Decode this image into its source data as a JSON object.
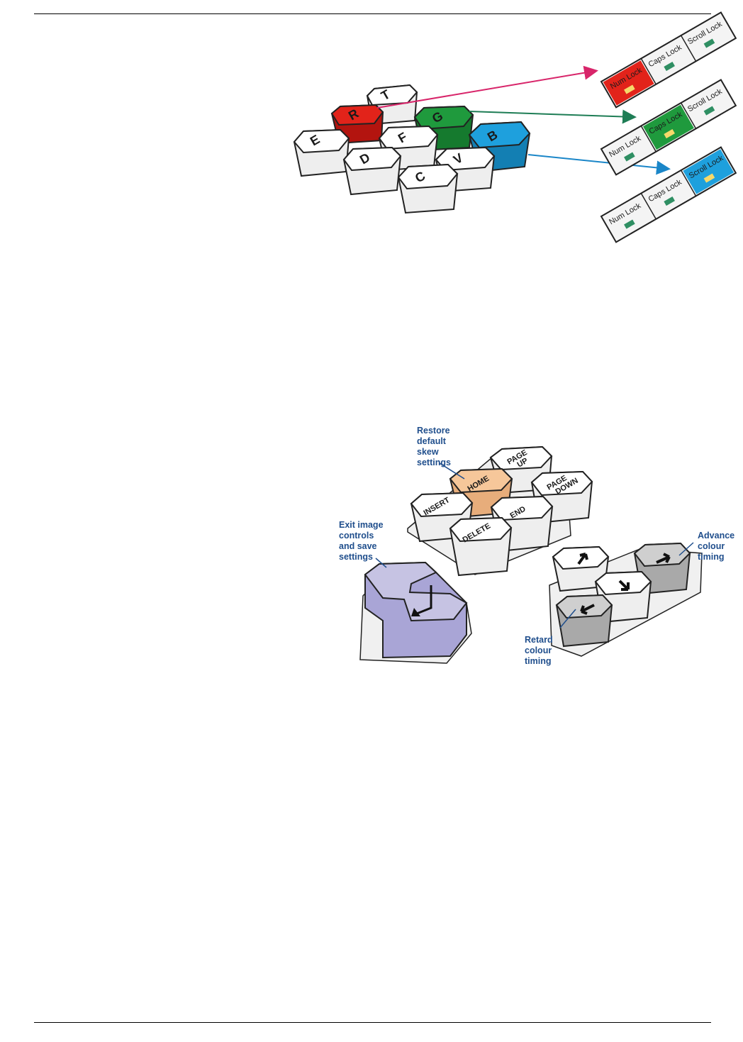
{
  "colors": {
    "red": "#e2231a",
    "green": "#1f9a3d",
    "blue": "#1ea0dd",
    "home": "#f6c79a",
    "enter": "#c6c3e3",
    "grey_key": "#cfcfcf",
    "annotation": "#1f4e8c",
    "arrow_red": "#d8256a",
    "arrow_green": "#1e7d55",
    "arrow_blue": "#1a86c8",
    "led": "#2f8f63"
  },
  "figure1": {
    "keys": {
      "e": "E",
      "r": "R",
      "t": "T",
      "d": "D",
      "f": "F",
      "g": "G",
      "c": "C",
      "v": "V",
      "b": "B"
    },
    "led_panels": [
      {
        "num": "Num Lock",
        "caps": "Caps Lock",
        "scroll": "Scroll Lock",
        "lit": "num"
      },
      {
        "num": "Num Lock",
        "caps": "Caps Lock",
        "scroll": "Scroll Lock",
        "lit": "caps"
      },
      {
        "num": "Num Lock",
        "caps": "Caps Lock",
        "scroll": "Scroll Lock",
        "lit": "scroll"
      }
    ]
  },
  "figure2": {
    "keys": {
      "insert": "INSERT",
      "home": "HOME",
      "page_up_1": "PAGE",
      "page_up_2": "UP",
      "delete": "DELETE",
      "end": "END",
      "page_down_1": "PAGE",
      "page_down_2": "DOWN"
    },
    "arrow_icons": [
      "up-arrow-icon",
      "right-arrow-icon",
      "down-arrow-icon",
      "left-arrow-icon",
      "enter-arrow-icon"
    ],
    "annotations": {
      "restore": [
        "Restore",
        "default",
        "skew",
        "settings"
      ],
      "exit": [
        "Exit image",
        "controls",
        "and save",
        "settings"
      ],
      "advance": [
        "Advance",
        "colour",
        "timing"
      ],
      "retard": [
        "Retard",
        "colour",
        "timing"
      ]
    }
  }
}
